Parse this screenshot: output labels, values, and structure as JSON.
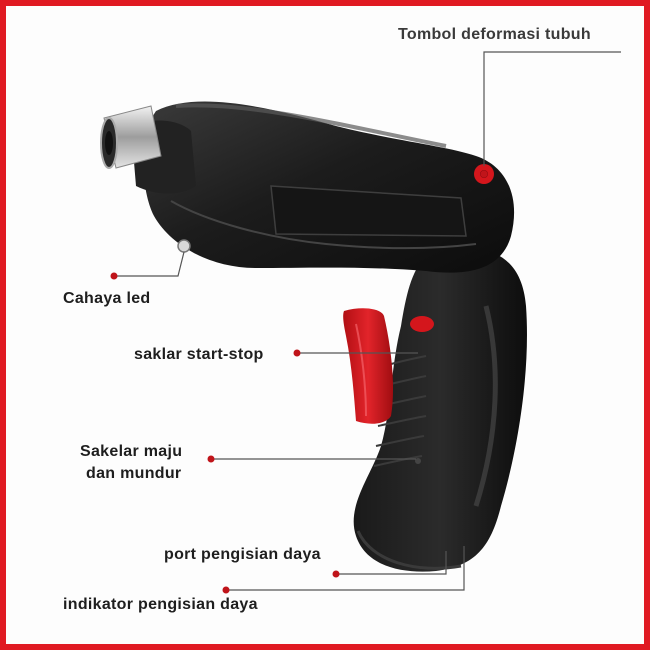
{
  "labels": {
    "body_deform_button": "Tombol deformasi tubuh",
    "led_light": "Cahaya led",
    "start_stop_switch": "saklar start-stop",
    "direction_switch_line1": "Sakelar maju",
    "direction_switch_line2": "dan mundur",
    "charging_port": "port pengisian daya",
    "charging_indicator": "indikator pengisian daya"
  },
  "colors": {
    "frame": "#e01a22",
    "body": "#1b1b1b",
    "accent": "#d4161c",
    "callout_line": "#555555",
    "callout_dot": "#c0141a"
  }
}
